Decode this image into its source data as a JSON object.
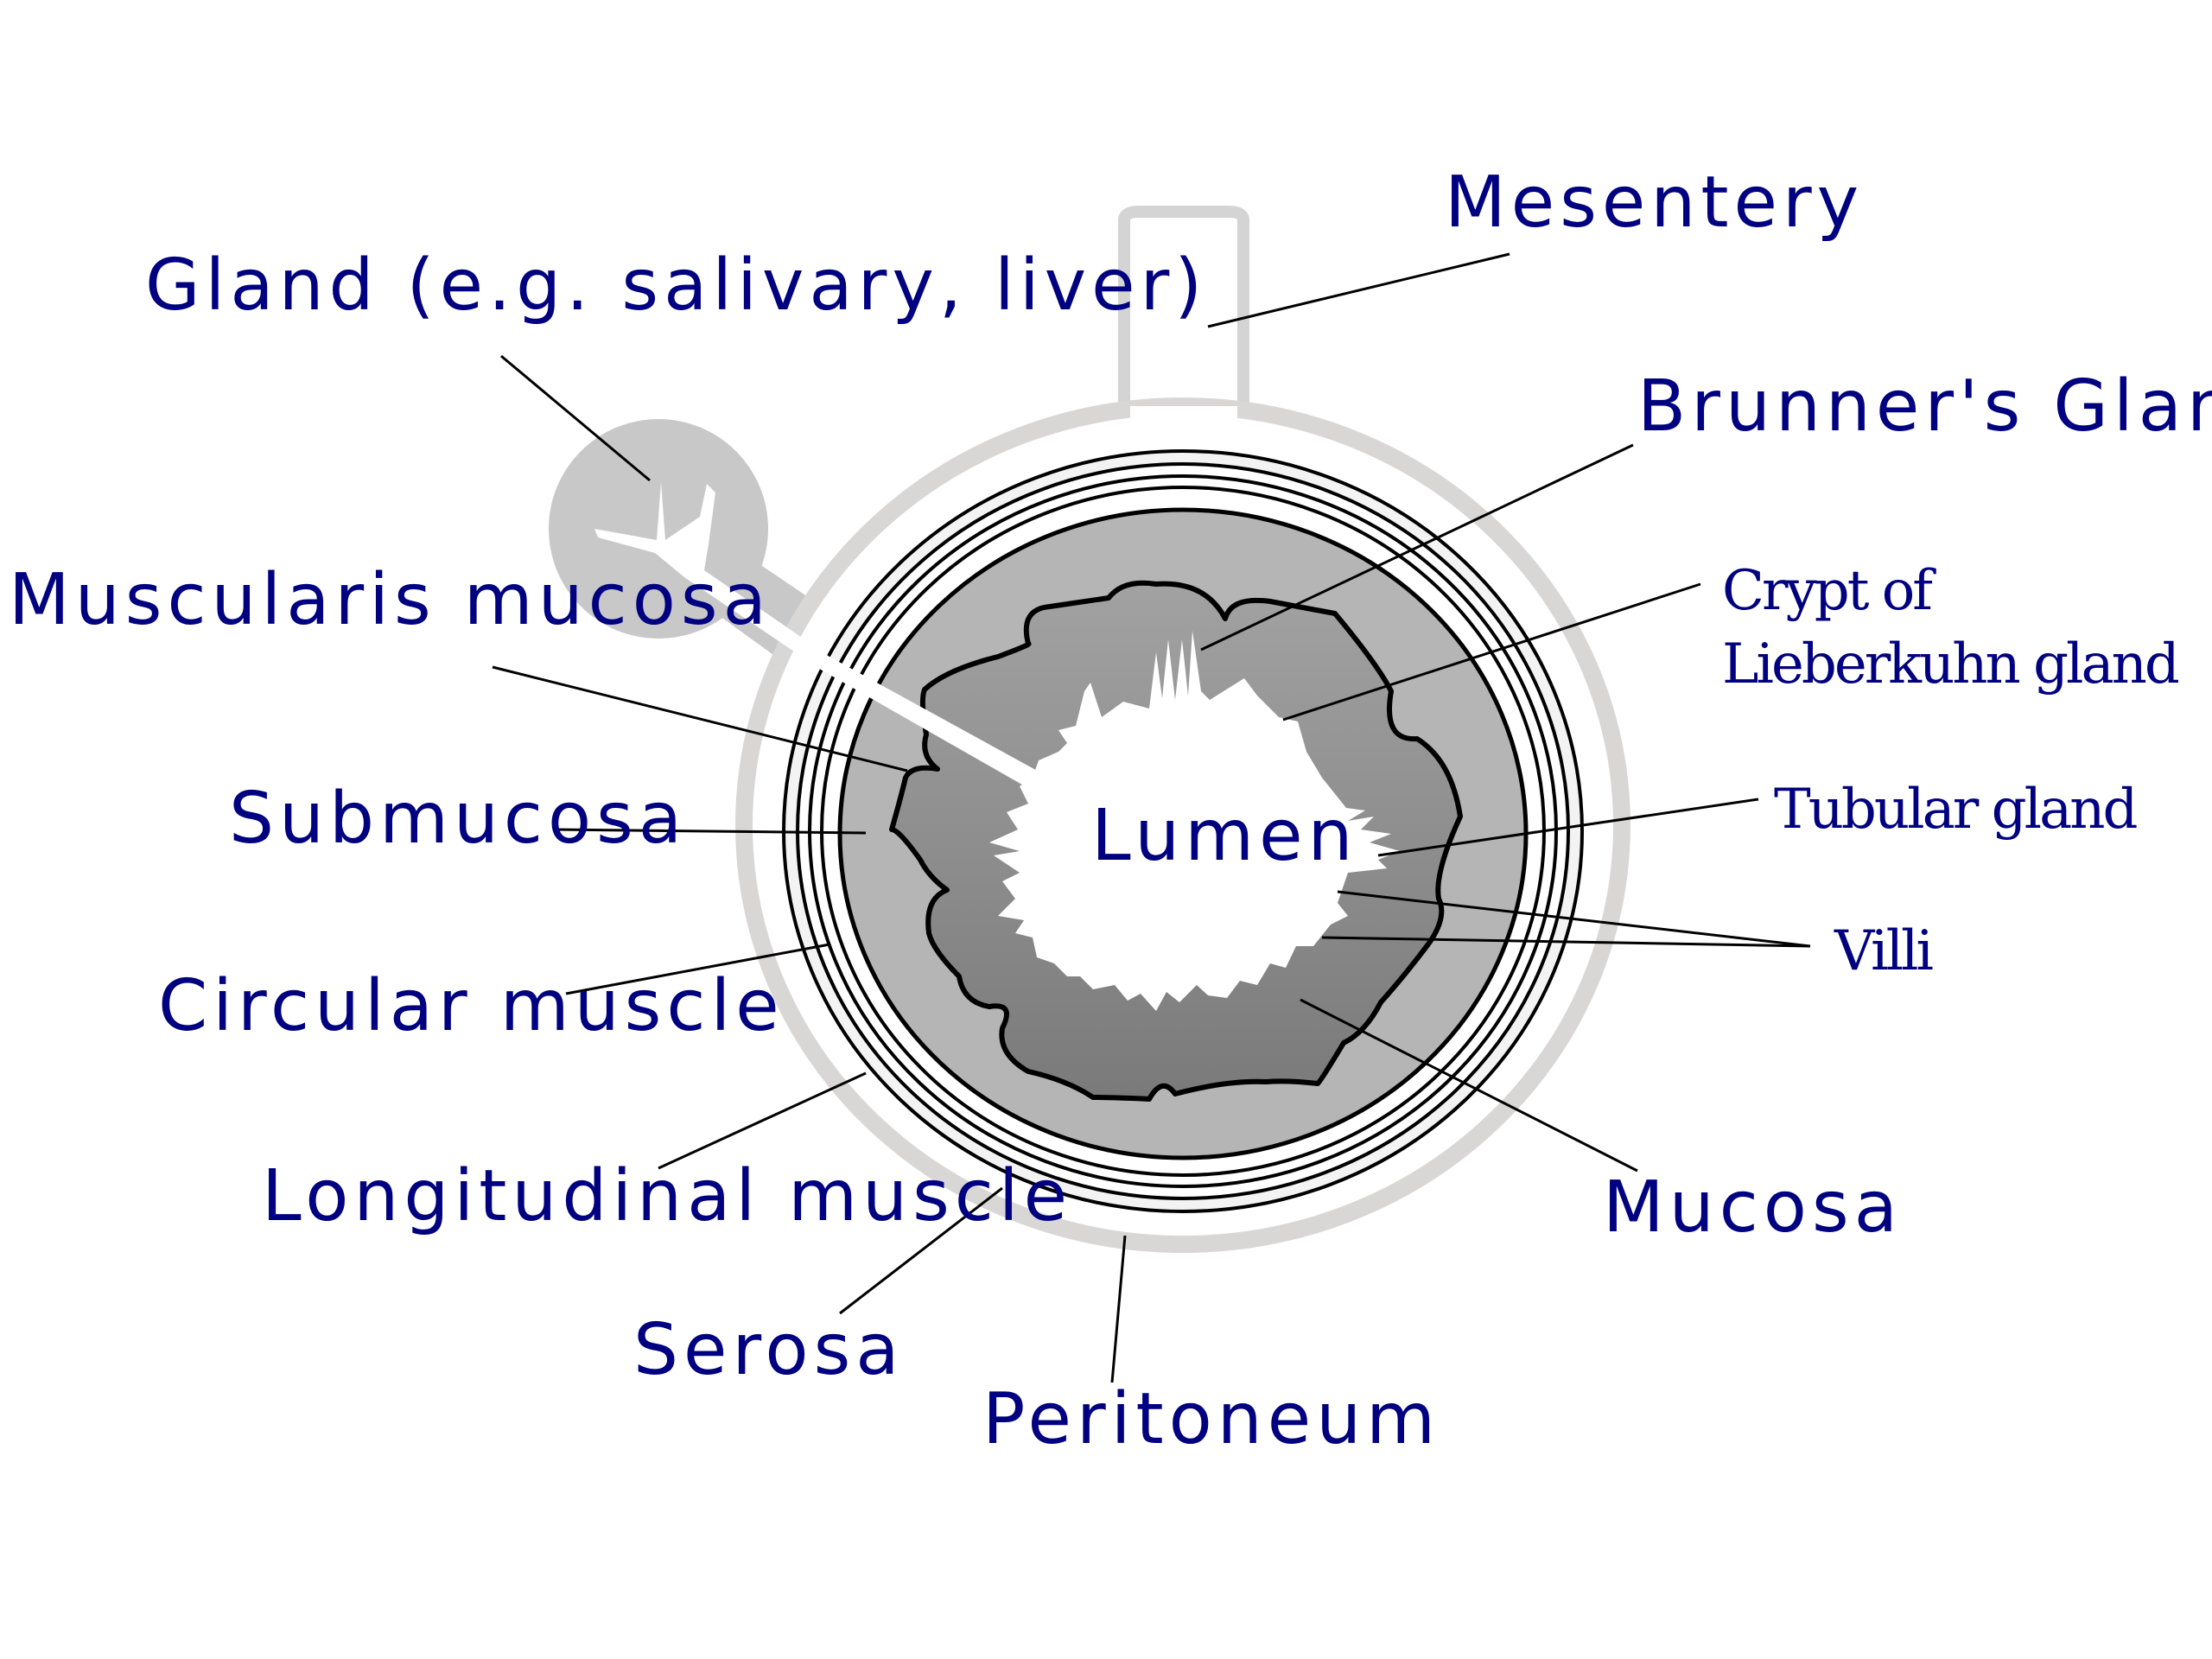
{
  "labels": {
    "mesentery": "Mesentery",
    "gland": "Gland (e.g. salivary, liver)",
    "brunners_gland": "Brunner's Gland",
    "muscularis_mucosa": "Muscularis mucosa",
    "crypt_line1": "Crypt of",
    "crypt_line2": "Lieberkuhn gland",
    "submucosa": "Submucosa",
    "lumen": "Lumen",
    "tubular_gland": "Tubular gland",
    "villi": "Villi",
    "circular_muscle": "Circular muscle",
    "longitudinal_muscle": "Longitudinal muscle",
    "mucosa": "Mucosa",
    "serosa": "Serosa",
    "peritoneum": "Peritoneum"
  },
  "colors": {
    "label_text": "#000080",
    "peritoneum": "#d9d6d6",
    "submucosa": "#b5b5b5",
    "mucosa_dark": "#8a8a8a",
    "gland": "#c8c8c8",
    "lumen": "#ffffff"
  }
}
